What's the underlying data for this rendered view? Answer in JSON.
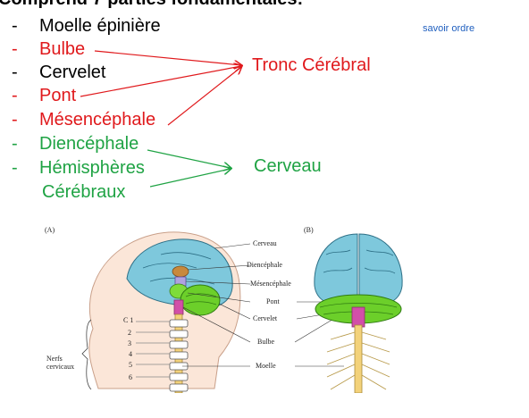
{
  "slide": {
    "heading": "Comprend 7 parties fondamentales:",
    "note": "savoir ordre",
    "items": [
      {
        "dash": "-",
        "label": "Moelle épinière",
        "color": "#000000"
      },
      {
        "dash": "-",
        "label": "Bulbe",
        "color": "#e0191c"
      },
      {
        "dash": "-",
        "label": "Cervelet",
        "color": "#000000"
      },
      {
        "dash": "-",
        "label": "Pont",
        "color": "#e0191c"
      },
      {
        "dash": "-",
        "label": "Mésencéphale",
        "color": "#e0191c"
      },
      {
        "dash": "-",
        "label": "Diencéphale",
        "color": "#1fa344"
      },
      {
        "dash": "-",
        "label": "Hémisphères",
        "color": "#1fa344"
      },
      {
        "dash": "",
        "label": "Cérébraux",
        "color": "#1fa344"
      }
    ],
    "groups": {
      "tronc": "Tronc Cérébral",
      "cerveau": "Cerveau"
    }
  },
  "figure": {
    "panel_a": "(A)",
    "panel_b": "(B)",
    "labels": {
      "cerveau": "Cerveau",
      "diencephale": "Diencéphale",
      "mesencephale": "Mésencéphale",
      "pont": "Pont",
      "cervelet": "Cervelet",
      "bulbe": "Bulbe",
      "moelle": "Moelle",
      "nerfs": "Nerfs",
      "cervicaux": "cervicaux",
      "c1": "C 1",
      "n2": "2",
      "n3": "3",
      "n4": "4",
      "n5": "5",
      "n6": "6"
    },
    "colors": {
      "cerebrum": "#7ec8dc",
      "cerebellum": "#6ccf2a",
      "midbrain": "#b0a2e0",
      "brainstem": "#d24fa8",
      "diencephalon": "#c8893c",
      "spinal": "#f3d27a"
    }
  }
}
